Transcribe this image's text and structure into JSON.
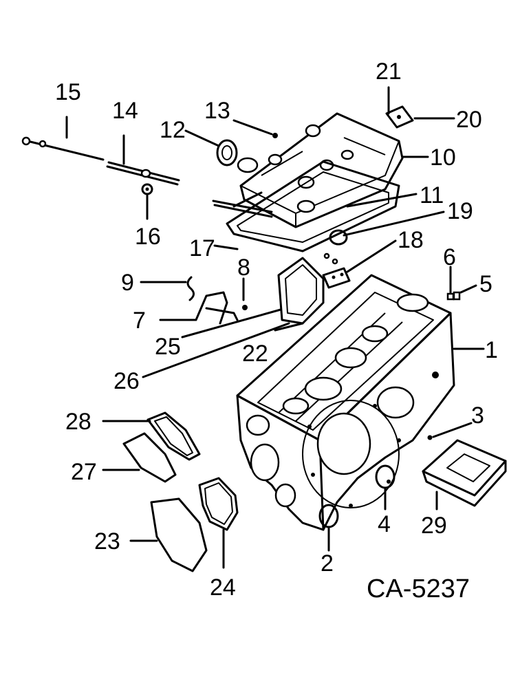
{
  "diagram": {
    "drawing_code": "CA-5237",
    "callouts": [
      "1",
      "2",
      "3",
      "4",
      "5",
      "6",
      "7",
      "8",
      "9",
      "10",
      "11",
      "12",
      "13",
      "14",
      "15",
      "16",
      "17",
      "18",
      "19",
      "20",
      "21",
      "22",
      "23",
      "24",
      "25",
      "26",
      "27",
      "28",
      "29"
    ]
  }
}
